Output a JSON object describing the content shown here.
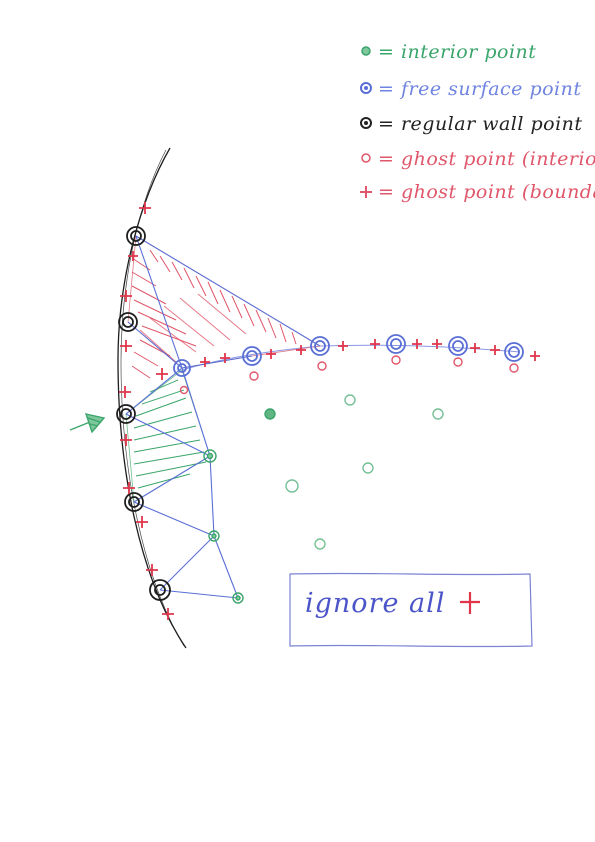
{
  "legend": [
    {
      "symbol": "filled-dot",
      "text": "= interior  point",
      "color": "#3aa56b"
    },
    {
      "symbol": "ring-dot",
      "text": "= free surface point",
      "color": "#5a6fd6"
    },
    {
      "symbol": "ring-dot",
      "text": "= regular wall point",
      "color": "#222222"
    },
    {
      "symbol": "open-circle",
      "text": "= ghost point (interior)",
      "color": "#e0566a"
    },
    {
      "symbol": "plus",
      "text": "= ghost point (boundary)",
      "color": "#e0566a"
    }
  ],
  "note": {
    "text": "ignore all",
    "symbol": "plus",
    "text_color": "#4b55c8",
    "box_color": "#7b83d4",
    "symbol_color": "#e0364c"
  },
  "colors": {
    "wall": "#1e1e1e",
    "interior": "#3aa56b",
    "free_surface": "#5a6fd6",
    "ghost": "#e0566a",
    "hatch_red": "#e0566a",
    "hatch_green": "#3aa56b",
    "arrow": "#3aa56b"
  }
}
